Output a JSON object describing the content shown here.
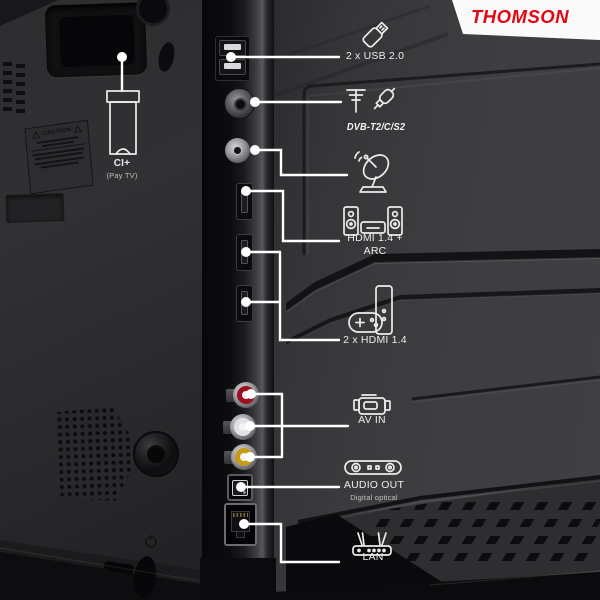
{
  "brand": {
    "name": "THOMSON",
    "color": "#e30613"
  },
  "panel": {
    "caution_title": "CAUTION",
    "ci": {
      "label": "CI+",
      "sublabel": "(Pay TV)",
      "icon": "ci-card-icon"
    }
  },
  "callouts": {
    "usb": {
      "label": "2 x USB 2.0",
      "icon": "usb-stick-icon"
    },
    "antenna": {
      "label": "DVB-T2/C/S2",
      "icon": "antenna-plug-icon"
    },
    "satellite": {
      "icon": "satellite-dish-icon"
    },
    "hdmi_arc": {
      "label_line1": "HDMI 1.4 +",
      "label_line2": "ARC",
      "icon": "speakers-receiver-icon"
    },
    "hdmi_2x": {
      "label": "2 x HDMI 1.4",
      "icon": "game-console-icon"
    },
    "av_in": {
      "label": "AV IN",
      "icon": "camcorder-icon"
    },
    "audio_out": {
      "label": "AUDIO OUT",
      "sublabel": "Digital optical",
      "icon": "soundbar-icon"
    },
    "lan": {
      "label": "LAN",
      "icon": "router-icon"
    }
  },
  "ports": {
    "list": [
      "usb-2x",
      "antenna-coax",
      "satellite-f",
      "hdmi-1",
      "hdmi-2",
      "hdmi-3",
      "rca-red",
      "rca-white",
      "rca-yellow",
      "optical-digital",
      "ethernet-rj45"
    ],
    "rca_red": "#9e1020",
    "rca_white": "#e2e2e4",
    "rca_yellow": "#c69b15",
    "callout_color": "#ffffff"
  }
}
